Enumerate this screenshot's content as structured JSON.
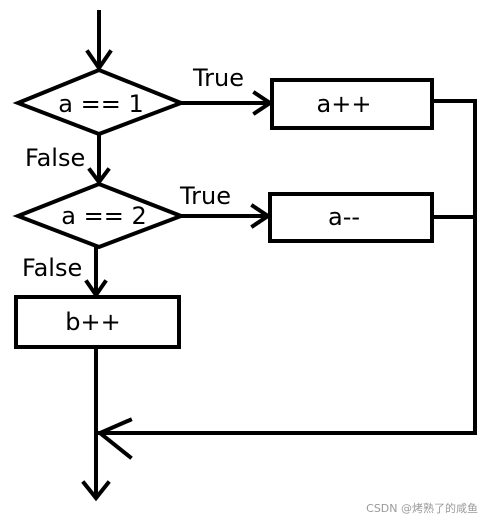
{
  "diagram": {
    "condition_1": "a == 1",
    "condition_2": "a == 2",
    "action_1": "a++",
    "action_2": "a--",
    "action_3": "b++",
    "edge_true_1": "True",
    "edge_false_1": "False",
    "edge_true_2": "True",
    "edge_false_2": "False"
  },
  "watermark": "CSDN @烤熟了的咸鱼",
  "colors": {
    "stroke": "#000000",
    "background": "#ffffff",
    "watermark": "#9a9a9a"
  }
}
